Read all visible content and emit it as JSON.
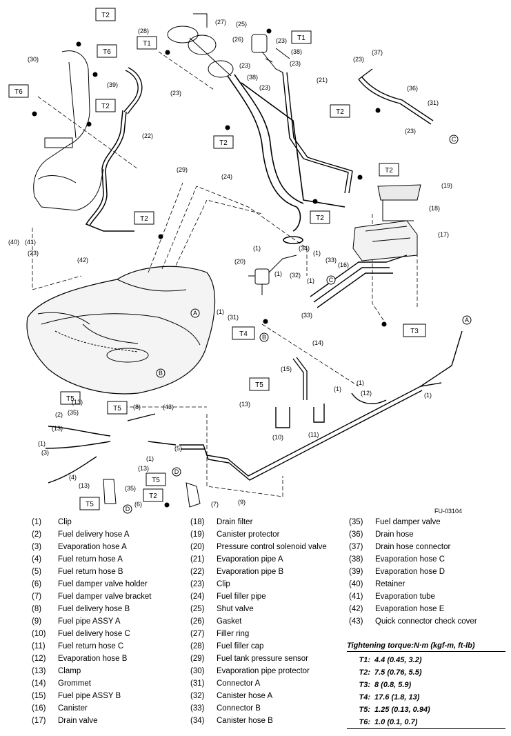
{
  "figure_code": "FU-03104",
  "torque_title": "Tightening torque:N·m (kgf-m, ft-lb)",
  "torques": [
    {
      "code": "T1:",
      "value": "4.4 (0.45, 3.2)"
    },
    {
      "code": "T2:",
      "value": "7.5 (0.76, 5.5)"
    },
    {
      "code": "T3:",
      "value": "8 (0.8, 5.9)"
    },
    {
      "code": "T4:",
      "value": "17.6 (1.8, 13)"
    },
    {
      "code": "T5:",
      "value": "1.25 (0.13, 0.94)"
    },
    {
      "code": "T6:",
      "value": "1.0 (0.1, 0.7)"
    }
  ],
  "legend_col1": [
    {
      "num": "(1)",
      "name": "Clip"
    },
    {
      "num": "(2)",
      "name": "Fuel delivery hose A"
    },
    {
      "num": "(3)",
      "name": "Evaporation hose A"
    },
    {
      "num": "(4)",
      "name": "Fuel return hose A"
    },
    {
      "num": "(5)",
      "name": "Fuel return hose B"
    },
    {
      "num": "(6)",
      "name": "Fuel damper valve holder"
    },
    {
      "num": "(7)",
      "name": "Fuel damper valve bracket"
    },
    {
      "num": "(8)",
      "name": "Fuel delivery hose B"
    },
    {
      "num": "(9)",
      "name": "Fuel pipe ASSY A"
    },
    {
      "num": "(10)",
      "name": "Fuel delivery hose C"
    },
    {
      "num": "(11)",
      "name": "Fuel return hose C"
    },
    {
      "num": "(12)",
      "name": "Evaporation hose B"
    },
    {
      "num": "(13)",
      "name": "Clamp"
    },
    {
      "num": "(14)",
      "name": "Grommet"
    },
    {
      "num": "(15)",
      "name": "Fuel pipe ASSY B"
    },
    {
      "num": "(16)",
      "name": "Canister"
    },
    {
      "num": "(17)",
      "name": "Drain valve"
    }
  ],
  "legend_col2": [
    {
      "num": "(18)",
      "name": "Drain filter"
    },
    {
      "num": "(19)",
      "name": "Canister protector"
    },
    {
      "num": "(20)",
      "name": "Pressure control solenoid valve"
    },
    {
      "num": "(21)",
      "name": "Evaporation pipe A"
    },
    {
      "num": "(22)",
      "name": "Evaporation pipe B"
    },
    {
      "num": "(23)",
      "name": "Clip"
    },
    {
      "num": "(24)",
      "name": "Fuel filler pipe"
    },
    {
      "num": "(25)",
      "name": "Shut valve"
    },
    {
      "num": "(26)",
      "name": "Gasket"
    },
    {
      "num": "(27)",
      "name": "Filler ring"
    },
    {
      "num": "(28)",
      "name": "Fuel filler cap"
    },
    {
      "num": "(29)",
      "name": "Fuel tank pressure sensor"
    },
    {
      "num": "(30)",
      "name": "Evaporation pipe protector"
    },
    {
      "num": "(31)",
      "name": "Connector A"
    },
    {
      "num": "(32)",
      "name": "Canister hose A"
    },
    {
      "num": "(33)",
      "name": "Connector B"
    },
    {
      "num": "(34)",
      "name": "Canister hose B"
    }
  ],
  "legend_col3": [
    {
      "num": "(35)",
      "name": "Fuel damper valve"
    },
    {
      "num": "(36)",
      "name": "Drain hose"
    },
    {
      "num": "(37)",
      "name": "Drain hose connector"
    },
    {
      "num": "(38)",
      "name": "Evaporation hose C"
    },
    {
      "num": "(39)",
      "name": "Evaporation hose D"
    },
    {
      "num": "(40)",
      "name": "Retainer"
    },
    {
      "num": "(41)",
      "name": "Evaporation tube"
    },
    {
      "num": "(42)",
      "name": "Evaporation hose E"
    },
    {
      "num": "(43)",
      "name": "Quick connector check cover"
    }
  ],
  "callout_labels": {
    "t1": "T1",
    "t2": "T2",
    "t3": "T3",
    "t4": "T4",
    "t5": "T5",
    "t6": "T6",
    "a": "A",
    "b": "B",
    "c": "C",
    "d": "D",
    "n1": "(1)",
    "n2": "(2)",
    "n3": "(3)",
    "n4": "(4)",
    "n5": "(5)",
    "n6": "(6)",
    "n7": "(7)",
    "n8": "(8)",
    "n9": "(9)",
    "n10": "(10)",
    "n11": "(11)",
    "n12": "(12)",
    "n13": "(13)",
    "n14": "(14)",
    "n15": "(15)",
    "n16": "(16)",
    "n17": "(17)",
    "n18": "(18)",
    "n19": "(19)",
    "n20": "(20)",
    "n21": "(21)",
    "n22": "(22)",
    "n23": "(23)",
    "n24": "(24)",
    "n25": "(25)",
    "n26": "(26)",
    "n27": "(27)",
    "n28": "(28)",
    "n29": "(29)",
    "n30": "(30)",
    "n31": "(31)",
    "n32": "(32)",
    "n33": "(33)",
    "n34": "(34)",
    "n35": "(35)",
    "n36": "(36)",
    "n37": "(37)",
    "n38": "(38)",
    "n39": "(39)",
    "n40": "(40)",
    "n41": "(41)",
    "n42": "(42)",
    "n43": "(43)"
  }
}
